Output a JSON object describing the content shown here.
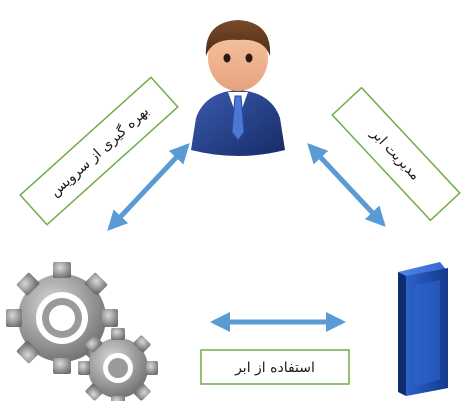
{
  "labels": {
    "left_edge": "بهره گیری از سرویس",
    "right_edge": "مدیریت ابر",
    "bottom_edge": "استفاده از ابر"
  },
  "icons": {
    "top": "user-icon",
    "left": "gears-icon",
    "right": "server-icon"
  },
  "colors": {
    "arrow": "#5b9bd5",
    "box_border": "#70ad47",
    "server_blue": "#1f4fa8",
    "gear_gray": "#8a8a8a",
    "suit": "#233a7a"
  }
}
